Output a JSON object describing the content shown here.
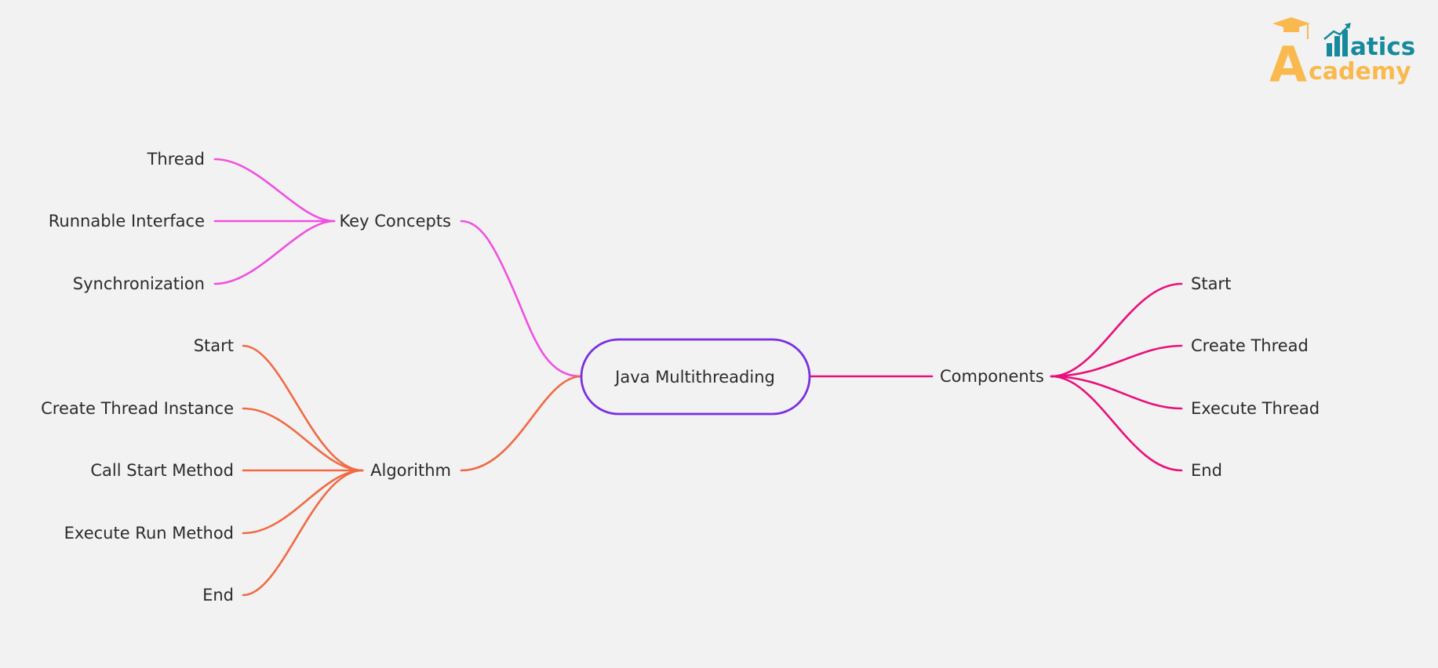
{
  "center": {
    "label": "Java Multithreading",
    "border_color": "#7a2fe0"
  },
  "branches": {
    "key_concepts": {
      "label": "Key Concepts",
      "color": "#f050e0",
      "children": [
        "Thread",
        "Runnable Interface",
        "Synchronization"
      ]
    },
    "algorithm": {
      "label": "Algorithm",
      "color": "#f06a45",
      "children": [
        "Start",
        "Create Thread Instance",
        "Call Start Method",
        "Execute Run Method",
        "End"
      ]
    },
    "components": {
      "label": "Components",
      "color": "#e8107a",
      "children": [
        "Start",
        "Create Thread",
        "Execute Thread",
        "End"
      ]
    }
  },
  "logo": {
    "line1": "atics",
    "line2": "cademy",
    "initial": "A",
    "primary_color": "#168a9c",
    "accent_color": "#f9b94e"
  }
}
